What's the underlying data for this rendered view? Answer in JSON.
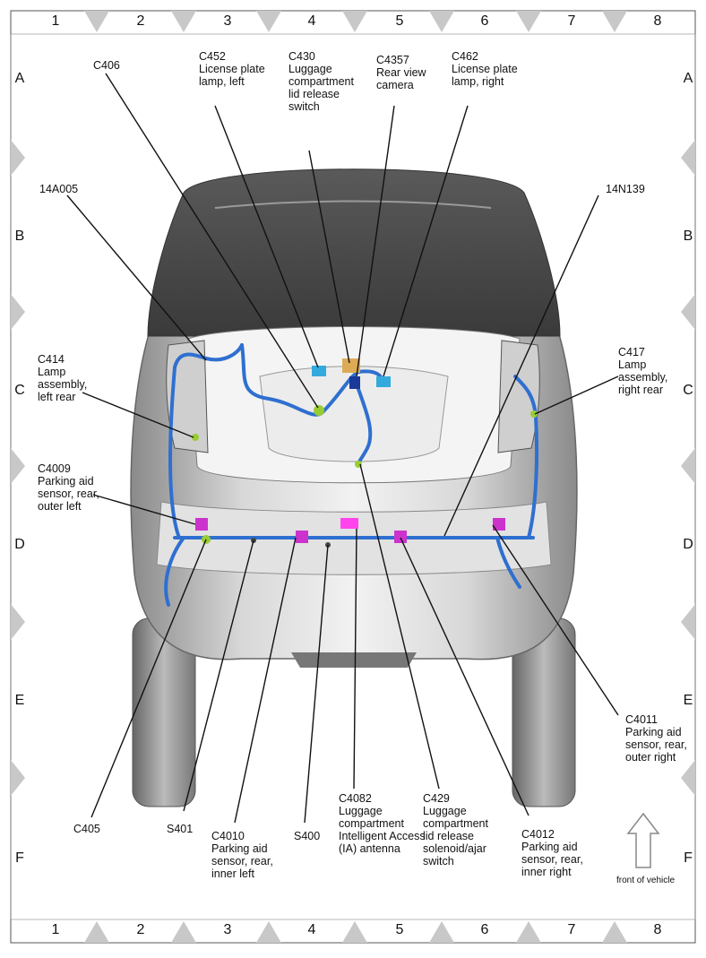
{
  "grid": {
    "columns": [
      "1",
      "2",
      "3",
      "4",
      "5",
      "6",
      "7",
      "8"
    ],
    "rows": [
      "A",
      "B",
      "C",
      "D",
      "E",
      "F"
    ]
  },
  "callouts": {
    "c406": "C406",
    "c452": "C452\nLicense plate\nlamp, left",
    "c430": "C430\nLuggage\ncompartment\nlid release\nswitch",
    "c4357": "C4357\nRear view\ncamera",
    "c462": "C462\nLicense plate\nlamp, right",
    "n14a005": "14A005",
    "n14n139": "14N139",
    "c414": "C414\nLamp\nassembly,\nleft rear",
    "c417": "C417\nLamp\nassembly,\nright rear",
    "c4009": "C4009\nParking aid\nsensor, rear,\nouter left",
    "c4011": "C4011\nParking aid\nsensor, rear,\nouter right",
    "c405": "C405",
    "s401": "S401",
    "c4010": "C4010\nParking aid\nsensor, rear,\ninner left",
    "s400": "S400",
    "c4082": "C4082\nLuggage\ncompartment\nIntelligent Access\n(IA) antenna",
    "c429": "C429\nLuggage\ncompartment\nlid release\nsolenoid/ajar\nswitch",
    "c4012": "C4012\nParking aid\nsensor, rear,\ninner right"
  },
  "front_of_vehicle": "front of vehicle",
  "colors": {
    "harness": "#2f6fd0",
    "connector_magenta": "#cc33cc",
    "connector_cyan": "#33aadd",
    "connector_green": "#99cc33",
    "body_gray": "#b8b8b8",
    "roof_dark": "#4a4a4a"
  }
}
